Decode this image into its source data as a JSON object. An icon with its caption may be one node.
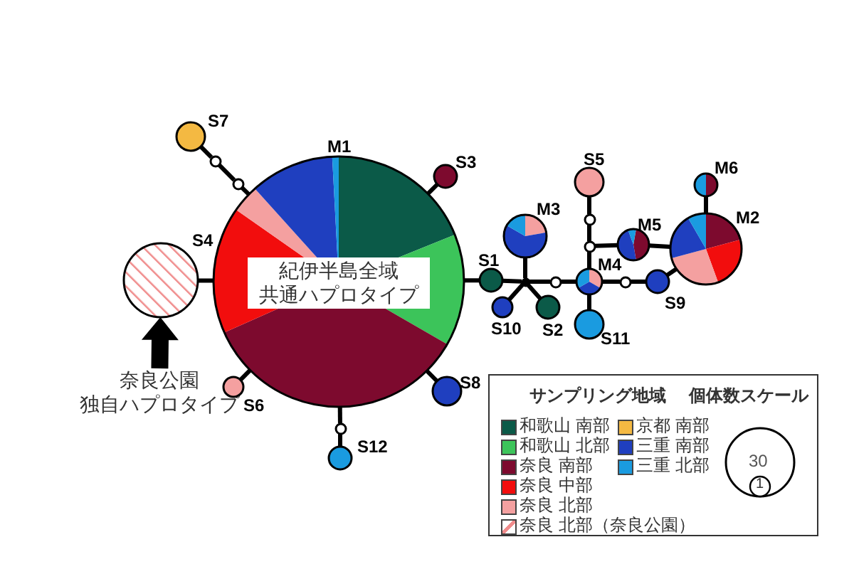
{
  "diagram": {
    "nodes": [
      {
        "text": [
          "M1",
          "紀伊半島全域",
          "共通ハプロタイプ"
        ]
      },
      {
        "text": [
          "S7"
        ]
      },
      {
        "text": [],
        "shape": "circle"
      },
      {
        "text": [],
        "shape": "circle"
      },
      {
        "text": [
          "S3"
        ]
      },
      {
        "text": [
          "S4"
        ]
      },
      {
        "text": [
          "奈良公園",
          "独自ハプロタイプ"
        ]
      },
      {
        "text": [
          "S6"
        ]
      },
      {
        "text": [
          "S8"
        ]
      },
      {
        "text": [
          "S12"
        ]
      },
      {
        "text": [],
        "shape": "circle"
      },
      {
        "text": [
          "S1"
        ]
      },
      {
        "text": [],
        "shape": "circle"
      },
      {
        "text": [
          "M3"
        ]
      },
      {
        "text": [
          "S10"
        ]
      },
      {
        "text": [
          "S2"
        ]
      },
      {
        "text": [],
        "shape": "circle"
      },
      {
        "text": [
          "M4"
        ]
      },
      {
        "text": [
          "S11"
        ]
      },
      {
        "text": [
          "S5"
        ]
      },
      {
        "text": [],
        "shape": "circle"
      },
      {
        "text": [],
        "shape": "circle"
      },
      {
        "text": [
          "M5"
        ]
      },
      {
        "text": [
          "M2"
        ]
      },
      {
        "text": [
          "M6"
        ]
      },
      {
        "text": [],
        "shape": "circle"
      },
      {
        "text": [
          "S9"
        ]
      }
    ],
    "edges": [
      {
        "from": 1,
        "to": 2,
        "arrow": "none"
      },
      {
        "from": 2,
        "to": 3,
        "arrow": "none"
      },
      {
        "from": 3,
        "to": 0,
        "arrow": "none"
      },
      {
        "from": 4,
        "to": 0,
        "arrow": "none"
      },
      {
        "from": 5,
        "to": 0,
        "arrow": "none"
      },
      {
        "from": 6,
        "to": 5,
        "arrow": "to",
        "style": "thick"
      },
      {
        "from": 7,
        "to": 0,
        "arrow": "none"
      },
      {
        "from": 8,
        "to": 0,
        "arrow": "none"
      },
      {
        "from": 9,
        "to": 10,
        "arrow": "none"
      },
      {
        "from": 10,
        "to": 0,
        "arrow": "none"
      },
      {
        "from": 0,
        "to": 11,
        "arrow": "none"
      },
      {
        "from": 11,
        "to": 12,
        "arrow": "none"
      },
      {
        "from": 12,
        "to": 13,
        "arrow": "none"
      },
      {
        "from": 12,
        "to": 14,
        "arrow": "none"
      },
      {
        "from": 12,
        "to": 15,
        "arrow": "none"
      },
      {
        "from": 12,
        "to": 16,
        "arrow": "none"
      },
      {
        "from": 16,
        "to": 17,
        "arrow": "none"
      },
      {
        "from": 17,
        "to": 18,
        "arrow": "none"
      },
      {
        "from": 19,
        "to": 20,
        "arrow": "none"
      },
      {
        "from": 20,
        "to": 21,
        "arrow": "none"
      },
      {
        "from": 21,
        "to": 17,
        "arrow": "none"
      },
      {
        "from": 21,
        "to": 22,
        "arrow": "none"
      },
      {
        "from": 22,
        "to": 23,
        "arrow": "none"
      },
      {
        "from": 24,
        "to": 23,
        "arrow": "none"
      },
      {
        "from": 17,
        "to": 25,
        "arrow": "none"
      },
      {
        "from": 25,
        "to": 26,
        "arrow": "none"
      },
      {
        "from": 26,
        "to": 23,
        "arrow": "none"
      }
    ],
    "labels": [
      "サンプリング地域",
      "個体数スケール",
      "30",
      "1"
    ],
    "legend": [
      {
        "text": "和歌山 南部",
        "color": "#0b5a48"
      },
      {
        "text": "京都 南部",
        "color": "#f4b942"
      },
      {
        "text": "和歌山 北部",
        "color": "#3cc45a"
      },
      {
        "text": "三重 南部",
        "color": "#1f3fbf"
      },
      {
        "text": "奈良 南部",
        "color": "#7d0a2e"
      },
      {
        "text": "三重 北部",
        "color": "#1a9be0"
      },
      {
        "text": "奈良 中部",
        "color": "#f20d0d"
      },
      {
        "text": "奈良 北部",
        "color": "#f4a0a0"
      },
      {
        "text": "奈良 北部（奈良公園）"
      }
    ]
  }
}
